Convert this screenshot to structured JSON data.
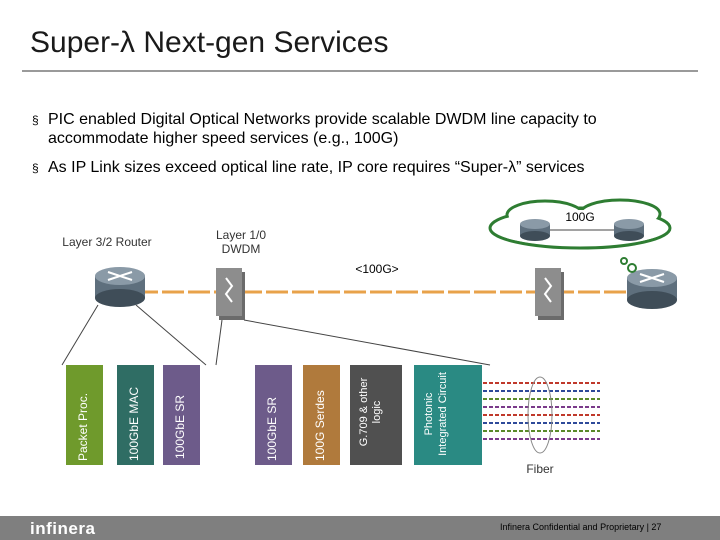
{
  "slide": {
    "title": "Super-λ Next-gen Services",
    "bullets": [
      "PIC enabled Digital Optical Networks provide scalable DWDM line capacity to accommodate higher speed services (e.g., 100G)",
      "As IP Link sizes exceed optical line rate, IP core requires “Super-λ” services"
    ],
    "bullet_marker": "§"
  },
  "diagram": {
    "router_label": "Layer 3/2 Router",
    "dwdm_label": "Layer 1/0 DWDM",
    "cloud_label": "100G",
    "link_label": "<100G>",
    "fiber_label": "Fiber",
    "blocks": [
      {
        "label": "Packet Proc.",
        "color": "#6f9a2c"
      },
      {
        "label": "100GbE MAC",
        "color": "#2f6d64"
      },
      {
        "label": "100GbE SR",
        "color": "#6d5b8a"
      },
      {
        "label": "100GbE SR",
        "color": "#6d5b8a"
      },
      {
        "label": "100G Serdes",
        "color": "#b07a3c"
      },
      {
        "label": "G.709 & other logic",
        "color": "#505050"
      },
      {
        "label": "Photonic Integrated Circuit",
        "color": "#2a8a83"
      }
    ],
    "fiber_colors": [
      "#c0392b",
      "#2e4a9a",
      "#5a8a2a",
      "#7a3a8a",
      "#c0392b",
      "#2e4a9a",
      "#5a8a2a",
      "#7a3a8a"
    ]
  },
  "footer": {
    "logo": "infinera",
    "text": "Infinera Confidential and Proprietary  |  27"
  }
}
